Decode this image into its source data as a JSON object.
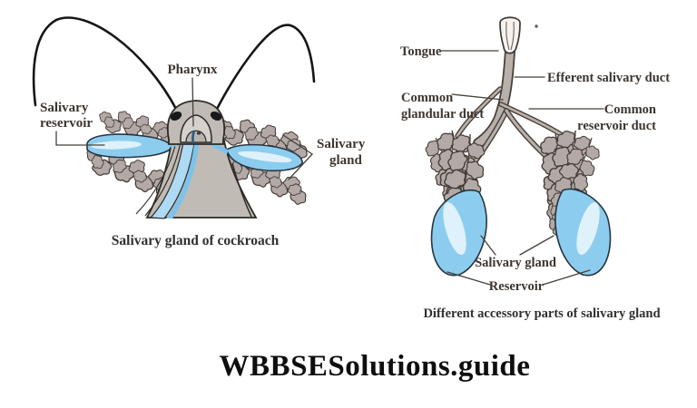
{
  "left_diagram": {
    "caption": "Salivary gland of cockroach",
    "labels": {
      "pharynx": "Pharynx",
      "salivary_reservoir_line1": "Salivary",
      "salivary_reservoir_line2": "reservoir",
      "salivary_gland_line1": "Salivary",
      "salivary_gland_line2": "gland"
    }
  },
  "right_diagram": {
    "caption": "Different accessory parts of salivary gland",
    "labels": {
      "tongue": "Tongue",
      "efferent_salivary_duct": "Efferent salivary duct",
      "common_glandular_duct_line1": "Common",
      "common_glandular_duct_line2": "glandular duct",
      "common_reservoir_duct_line1": "Common",
      "common_reservoir_duct_line2": "reservoir duct",
      "salivary_gland": "Salivary gland",
      "reservoir": "Reservoir"
    }
  },
  "watermark": {
    "text": "WBBSESolutions.guide"
  },
  "colors": {
    "reservoir_blue": "#8ccdef",
    "gland_gray": "#b3aaa8",
    "outline_dark": "#2d2a28"
  }
}
